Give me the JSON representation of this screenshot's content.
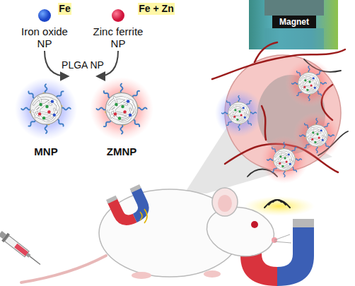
{
  "diagram": {
    "nodes": [
      {
        "text": [
          "Fe"
        ]
      },
      {
        "text": [
          "Iron oxide NP"
        ]
      },
      {
        "text": [
          "Fe + Zn"
        ]
      },
      {
        "text": [
          "Zinc ferrite NP"
        ]
      },
      {
        "text": [
          "MNP"
        ]
      },
      {
        "text": [
          "ZMNP"
        ]
      },
      {
        "text": [
          "Magnet"
        ]
      }
    ],
    "edges": [
      {
        "from": 1,
        "to": 4,
        "arrow": "to"
      },
      {
        "from": 3,
        "to": 5,
        "arrow": "to"
      }
    ],
    "labels": [
      "PLGA NP"
    ]
  }
}
